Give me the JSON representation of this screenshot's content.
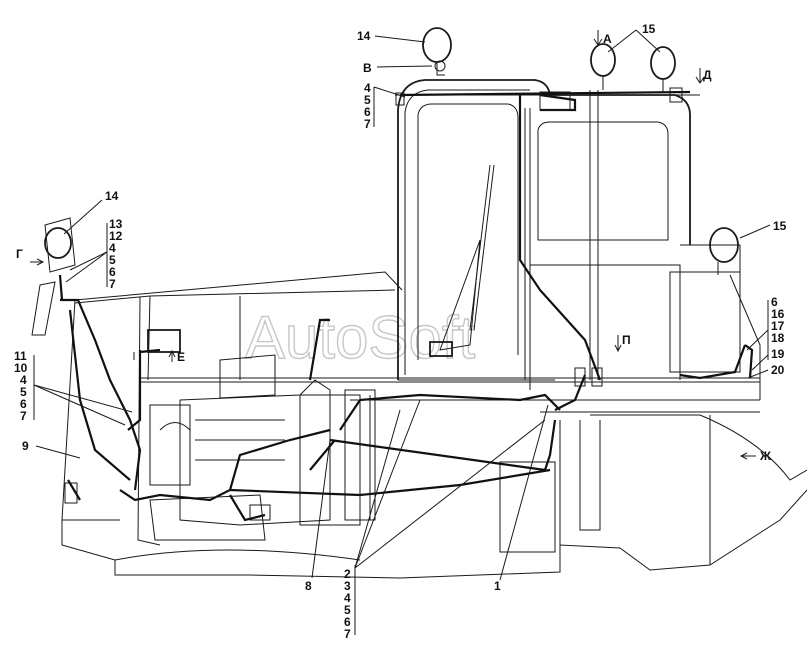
{
  "watermark": "AutoSoft",
  "callouts": {
    "c14_top": "14",
    "view_b": "В",
    "stack_top_left": [
      "4",
      "5",
      "6",
      "7"
    ],
    "view_a": "А",
    "c15_top": "15",
    "view_d": "Д",
    "c14_left": "14",
    "view_g": "Г",
    "stack_left": [
      "13",
      "12",
      "4",
      "5",
      "6",
      "7"
    ],
    "c15_right": "15",
    "stack_right": [
      "6",
      "16",
      "17",
      "18",
      "19",
      "20"
    ],
    "view_e": "Е",
    "view_p": "П",
    "stack_mid_left": [
      "11",
      "10",
      "4",
      "5",
      "6",
      "7"
    ],
    "c9": "9",
    "view_zh": "Ж",
    "c8": "8",
    "stack_bottom": [
      "2",
      "3",
      "4",
      "5",
      "6",
      "7"
    ],
    "c1": "1"
  }
}
